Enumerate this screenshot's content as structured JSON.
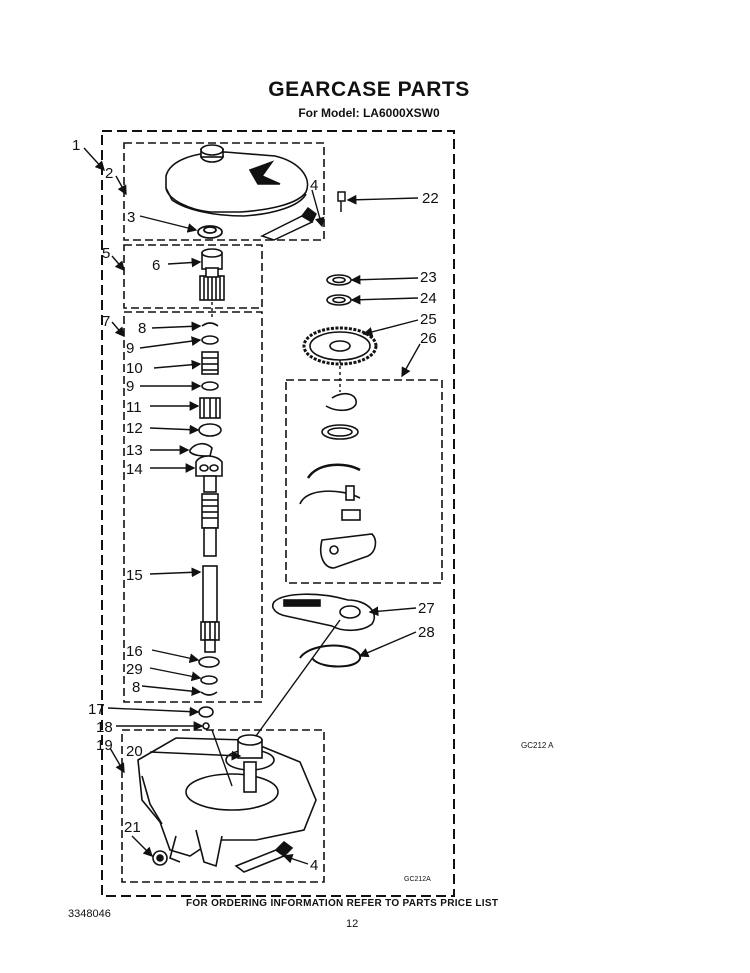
{
  "header": {
    "title": "GEARCASE PARTS",
    "model": "For Model: LA6000XSW0"
  },
  "callouts": [
    "1",
    "2",
    "3",
    "4",
    "5",
    "6",
    "7",
    "8",
    "9",
    "10",
    "9",
    "11",
    "12",
    "13",
    "14",
    "15",
    "16",
    "29",
    "8",
    "17",
    "18",
    "19",
    "20",
    "21",
    "4",
    "22",
    "23",
    "24",
    "25",
    "26",
    "27",
    "28"
  ],
  "codes": {
    "figure_code": "GC212 A",
    "box_code": "GC212A"
  },
  "footer": {
    "note": "FOR ORDERING INFORMATION REFER TO PARTS PRICE LIST",
    "doc_number": "3348046",
    "page": "12"
  },
  "colors": {
    "ink": "#111111",
    "paper": "#ffffff"
  }
}
